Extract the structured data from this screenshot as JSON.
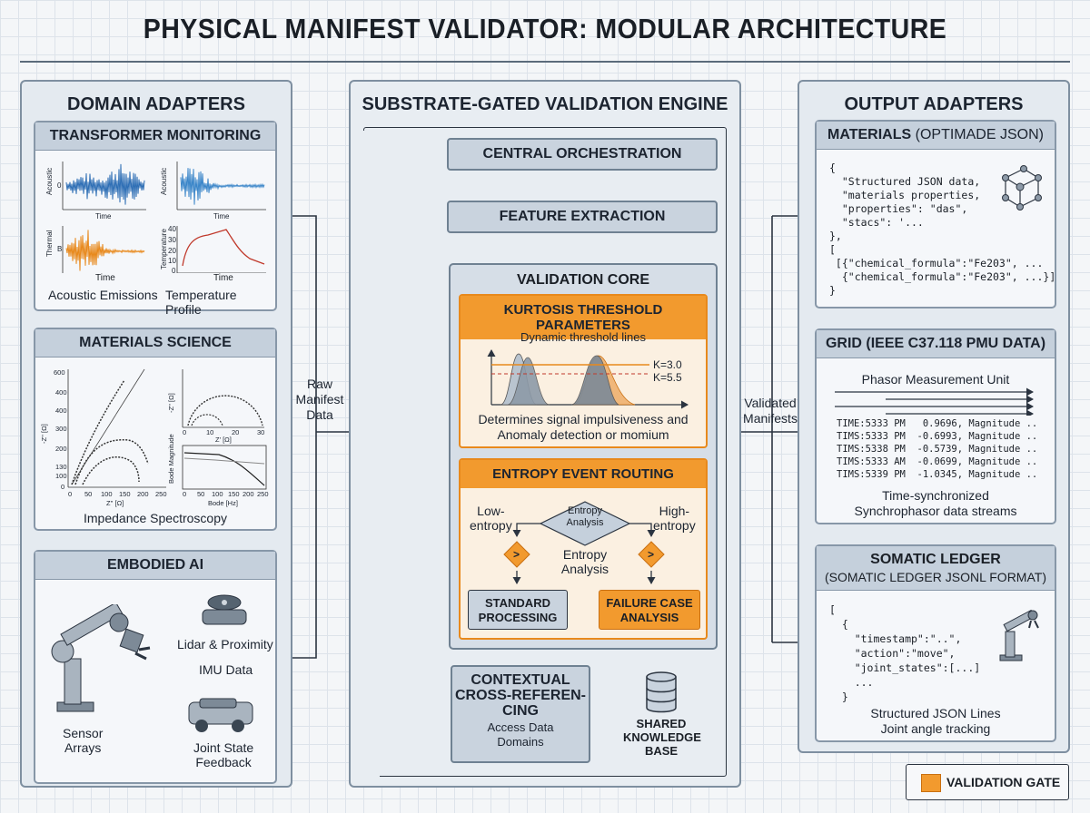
{
  "title": "PHYSICAL MANIFEST VALIDATOR: MODULAR ARCHITECTURE",
  "domain_adapters": {
    "title": "DOMAIN ADAPTERS",
    "transformer": {
      "title": "TRANSFORMER MONITORING",
      "axis_acoustic": "Acoustic",
      "axis_thermal": "Thermal",
      "axis_temperature": "Temperature",
      "axis_time": "Time",
      "tick_zero": "0",
      "tick_b": "B",
      "temp_ticks": [
        "40",
        "30",
        "20",
        "10",
        "0"
      ],
      "caption_left": "Acoustic Emissions",
      "caption_right": "Temperature Profile"
    },
    "materials": {
      "title": "MATERIALS SCIENCE",
      "y_ticks": [
        "600",
        "400",
        "400",
        "300",
        "200",
        "130",
        "100",
        "0"
      ],
      "x_ticks": [
        "0",
        "50",
        "100",
        "150",
        "200",
        "250"
      ],
      "xlabel": "Z'' [Ω]",
      "ylabel": "-Z'' [Ω]",
      "inset1_ticks": [
        "0",
        "10",
        "20",
        "30"
      ],
      "inset1_xlabel": "Z' [Ω]",
      "inset1_ylabel": "-Z'' [Ω]",
      "inset2_ticks": [
        "0",
        "50",
        "100",
        "150",
        "200",
        "250"
      ],
      "inset2_xlabel": "Bode [Hz]",
      "inset2_ylabel": "Bode Magnitude",
      "caption": "Impedance Spectroscopy"
    },
    "embodied": {
      "title": "EMBODIED AI",
      "lidar": "Lidar & Proximity",
      "imu": "IMU Data",
      "joint": "Joint State\nFeedback",
      "sensor": "Sensor\nArrays"
    }
  },
  "flow": {
    "raw_manifest": "Raw\nManifest\nData",
    "validated": "Validated\nManifests"
  },
  "engine": {
    "title": "SUBSTRATE-GATED VALIDATION ENGINE",
    "orchestration": "CENTRAL ORCHESTRATION",
    "feature": "FEATURE EXTRACTION",
    "core_title": "VALIDATION CORE",
    "kurtosis": {
      "title": "KURTOSIS THRESHOLD PARAMETERS",
      "subtitle": "Dynamic threshold lines",
      "k1": "K=3.0",
      "k2": "K=5.5",
      "caption": "Determines signal impulsiveness and\nAnomaly detection or momium"
    },
    "entropy": {
      "title": "ENTROPY EVENT ROUTING",
      "low": "Low-\nentropy",
      "high": "High-\nentropy",
      "diamond": "Entropy\nAnalysis",
      "center": "Entropy\nAnalysis",
      "gate_symbol": ">",
      "standard": "STANDARD\nPROCESSING",
      "failure": "FAILURE CASE\nANALYSIS"
    },
    "contextual": {
      "title": "CONTEXTUAL\nCROSS-REFEREN-\nCING",
      "sub": "Access Data\nDomains"
    },
    "knowledge": "SHARED\nKNOWLEDGE\nBASE"
  },
  "output_adapters": {
    "title": "OUTPUT ADAPTERS",
    "materials": {
      "title_bold": "MATERIALS",
      "title_rest": " (OPTIMADE JSON)",
      "code": "{\n  \"Structured JSON data,\n  \"materials properties,\n  \"properties\": \"das\",\n  \"stacs\": '...\n},\n[\n [{\"chemical_formula\":\"Fe203\", ...\n  {\"chemical_formula\":\"Fe203\", ...}]\n}"
    },
    "grid": {
      "title": "GRID (IEEE C37.118 PMU DATA)",
      "subtitle": "Phasor Measurement Unit",
      "rows": [
        "TIME:5333 PM   0.9696, Magnitude ..",
        "TIMS:5333 PM  -0.6993, Magnitude ..",
        "TIMS:5338 PM  -0.5739, Magnitude ..",
        "TIMS:5333 AM  -0.0699, Magnitude ..",
        "TIMS:5339 PM  -1.0345, Magnitude .."
      ],
      "caption": "Time-synchronized\nSynchrophasor data streams"
    },
    "somatic": {
      "title": "SOMATIC LEDGER",
      "subtitle": "(SOMATIC LEDGER JSONL FORMAT)",
      "code": "[\n  {\n    \"timestamp\":\"..\",\n    \"action\":\"move\",\n    \"joint_states\":[...]\n    ...\n  }",
      "caption": "Structured JSON Lines\nJoint angle tracking"
    }
  },
  "legend": {
    "label": "VALIDATION GATE",
    "color": "#f29a2e"
  },
  "colors": {
    "accent": "#f29a2e",
    "panel": "#e4eaf0",
    "header": "#c5d0dc",
    "signal_blue": "#2f6fb5",
    "signal_orange": "#e8891c",
    "signal_red": "#c0392b"
  }
}
